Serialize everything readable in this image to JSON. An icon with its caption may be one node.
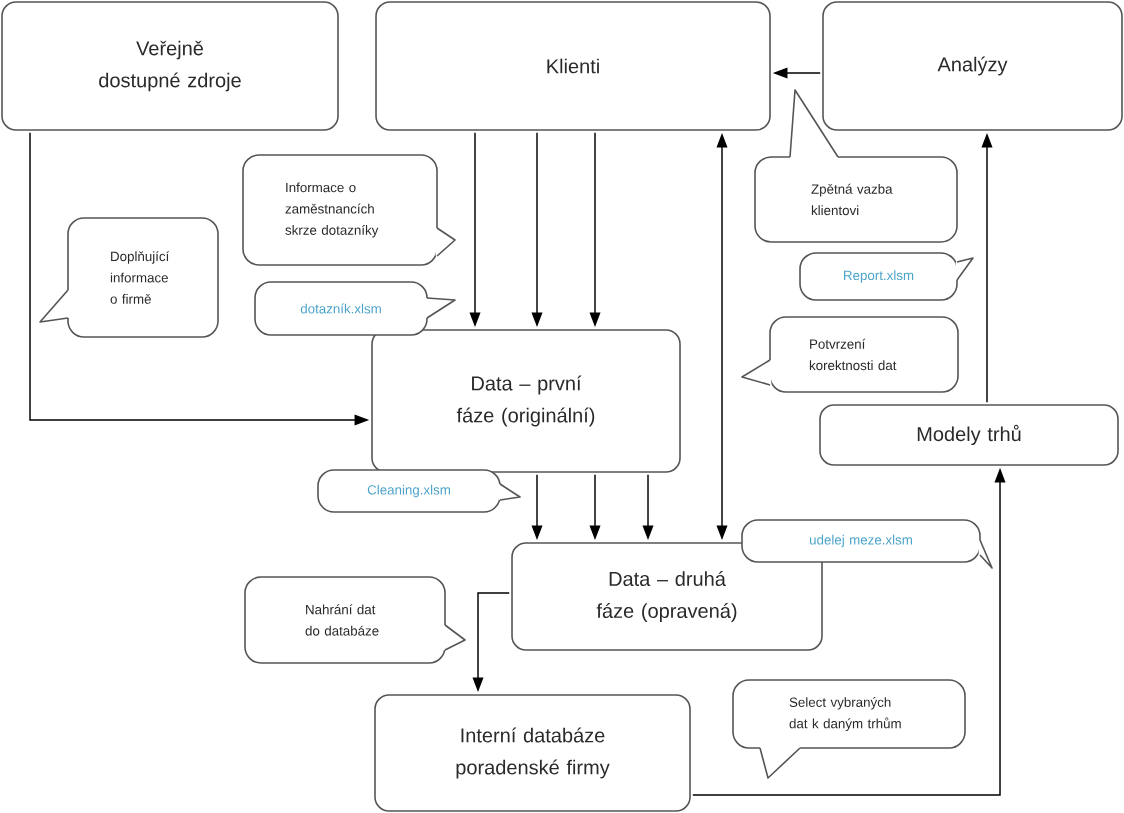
{
  "diagram": {
    "nodes": [
      {
        "text": [
          "Veřejně dostupné zdroje"
        ]
      },
      {
        "text": [
          "Klienti"
        ]
      },
      {
        "text": [
          "Analýzy"
        ]
      },
      {
        "text": [
          "Data – první fáze (originální)"
        ]
      },
      {
        "text": [
          "Modely trhů"
        ]
      },
      {
        "text": [
          "Data – druhá fáze (opravená)"
        ]
      },
      {
        "text": [
          "Interní databáze poradenské firmy"
        ]
      },
      {
        "text": [
          "Doplňující informace o firmě"
        ]
      },
      {
        "text": [
          "Informace o zaměstnancích skrze dotazníky"
        ]
      },
      {
        "text": [
          "dotazník.xlsm"
        ]
      },
      {
        "text": [
          "Zpětná vazba klientovi"
        ]
      },
      {
        "text": [
          "Report.xlsm"
        ]
      },
      {
        "text": [
          "Potvrzení korektnosti dat"
        ]
      },
      {
        "text": [
          "Cleaning.xlsm"
        ]
      },
      {
        "text": [
          "udelej meze.xlsm"
        ]
      },
      {
        "text": [
          "Nahrání dat do databáze"
        ]
      },
      {
        "text": [
          "Select vybraných dat k daným trhům"
        ]
      }
    ],
    "edges": [
      {
        "from": 0,
        "to": 3,
        "arrow": "to"
      },
      {
        "from": 1,
        "to": 3,
        "arrow": "to"
      },
      {
        "from": 1,
        "to": 3,
        "arrow": "to"
      },
      {
        "from": 1,
        "to": 3,
        "arrow": "to"
      },
      {
        "from": 1,
        "to": 5,
        "arrow": "both"
      },
      {
        "from": 3,
        "to": 5,
        "arrow": "to"
      },
      {
        "from": 3,
        "to": 5,
        "arrow": "to"
      },
      {
        "from": 3,
        "to": 5,
        "arrow": "to"
      },
      {
        "from": 2,
        "to": 1,
        "arrow": "to"
      },
      {
        "from": 4,
        "to": 2,
        "arrow": "to"
      },
      {
        "from": 5,
        "to": 6,
        "arrow": "to"
      },
      {
        "from": 6,
        "to": 4,
        "arrow": "to"
      }
    ]
  }
}
